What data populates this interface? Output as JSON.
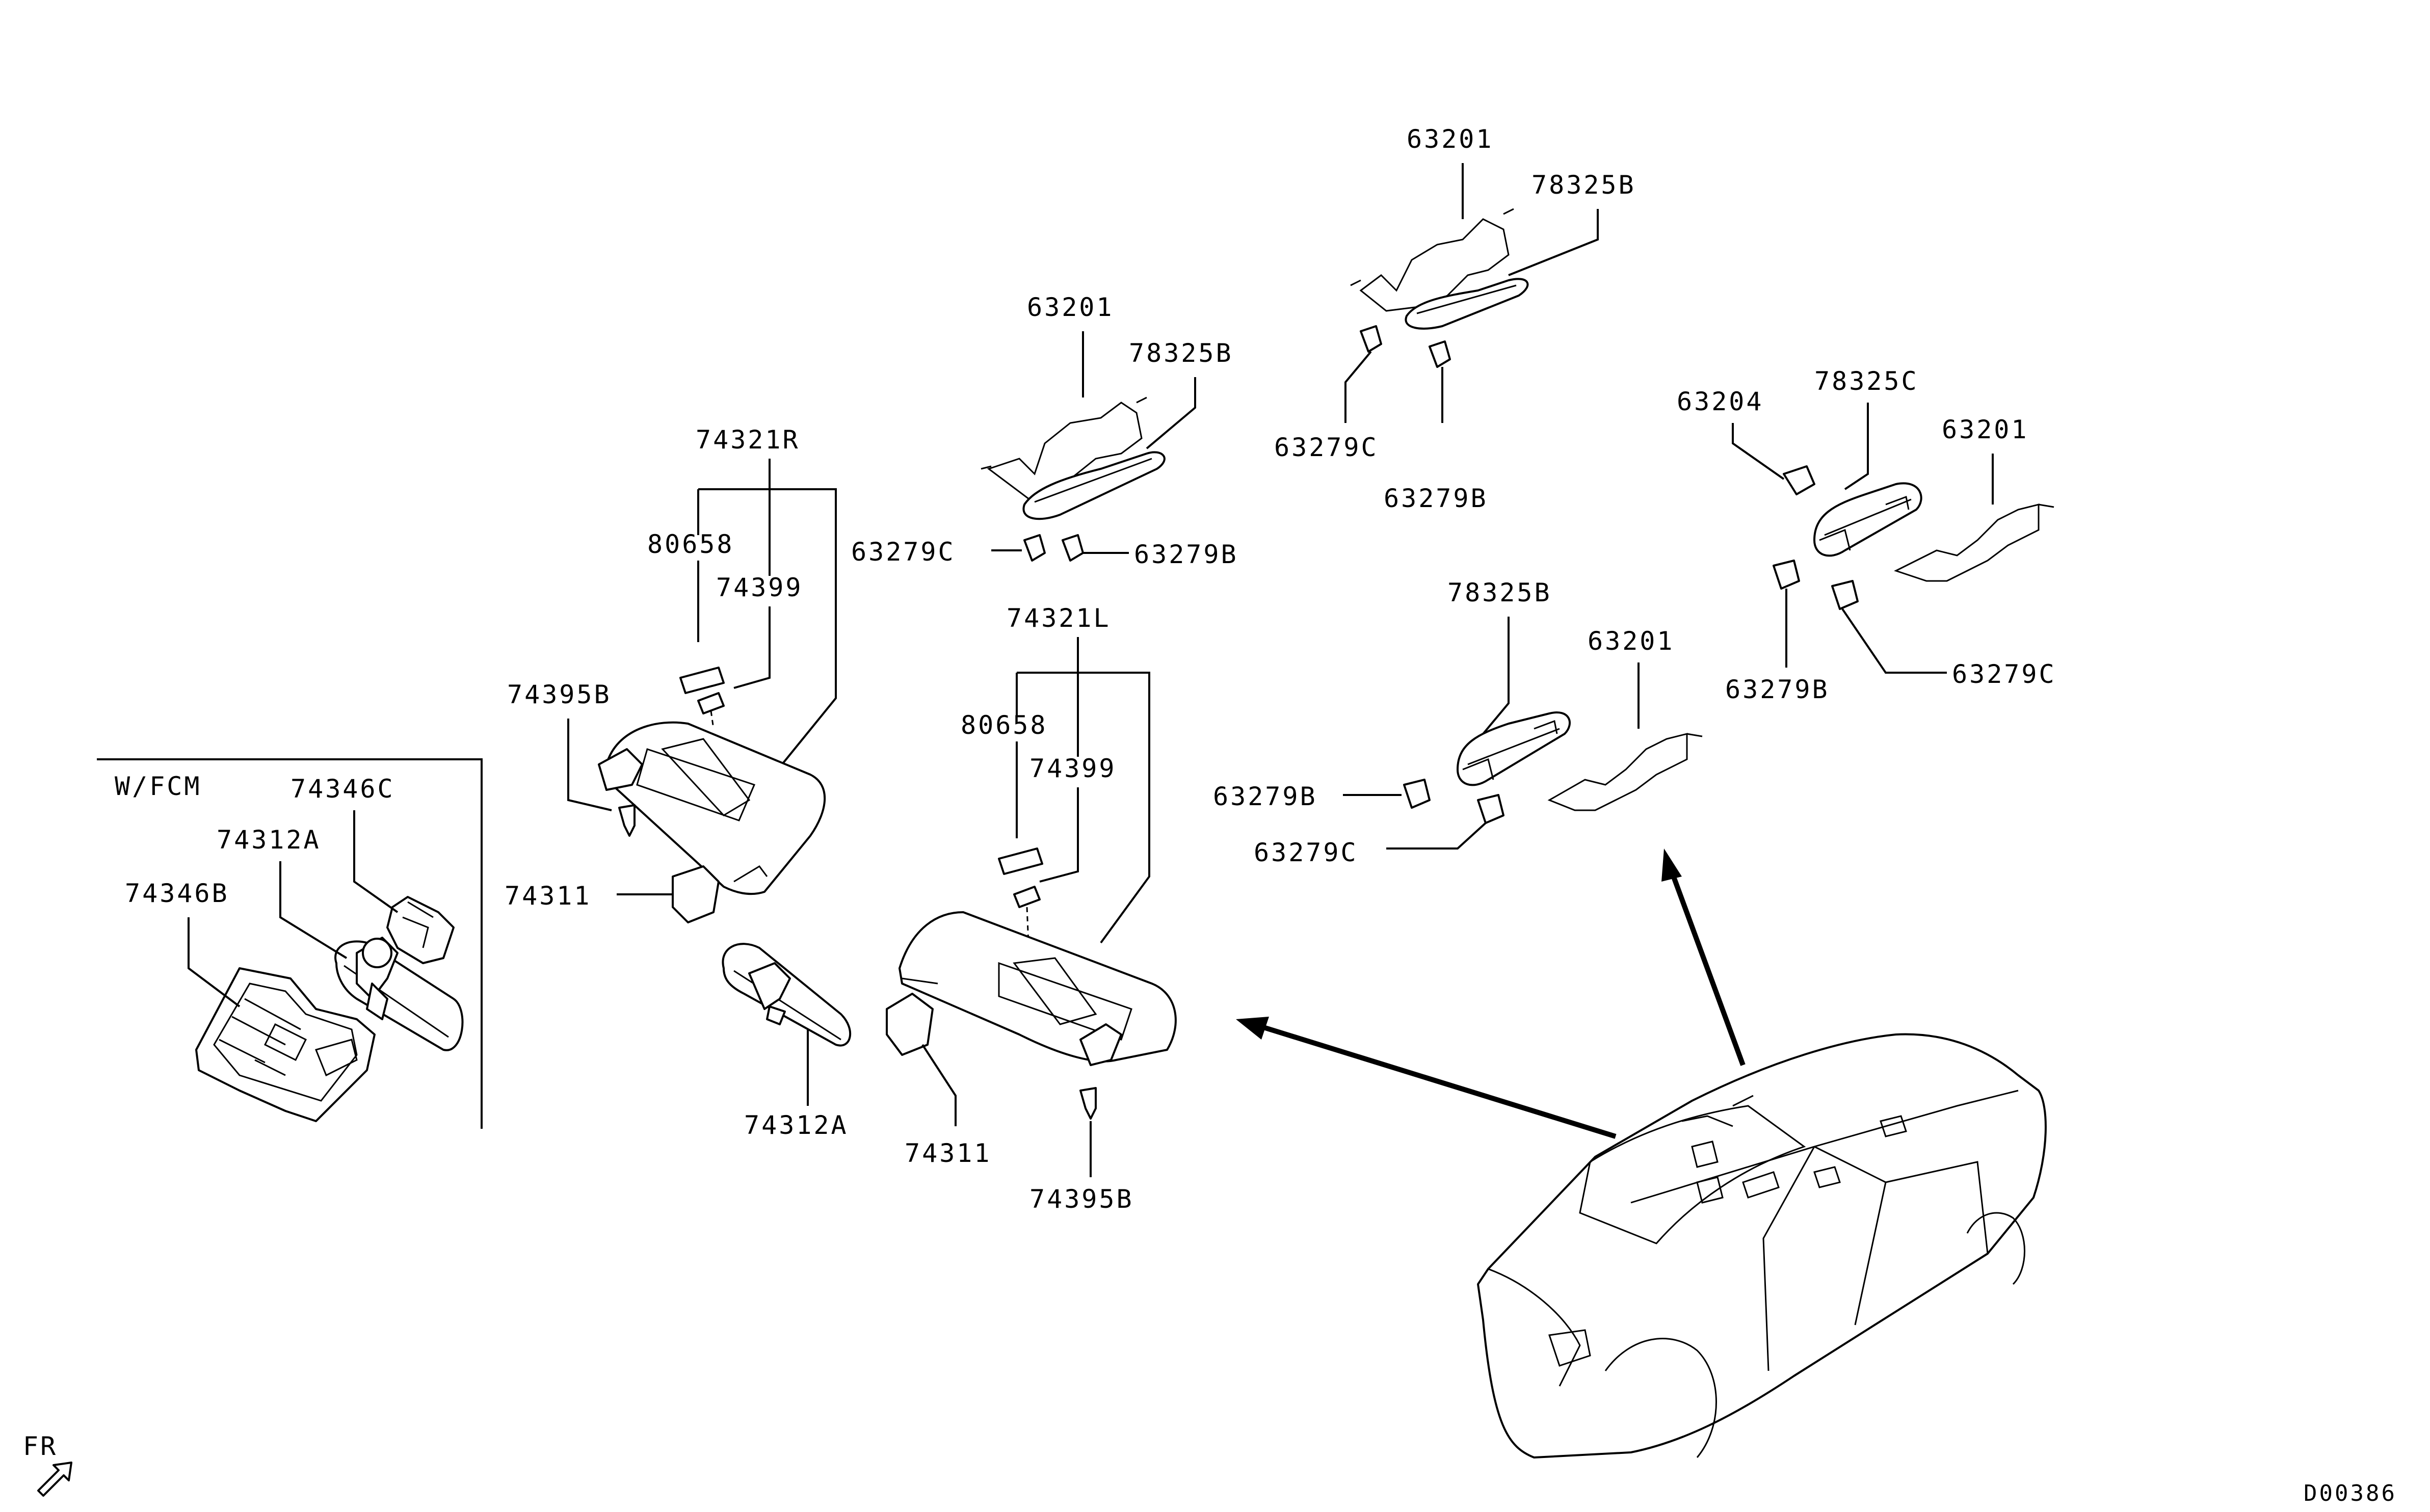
{
  "labels": {
    "wfcm": "W/FCM",
    "fr": "FR",
    "diagram_code": "D00386",
    "p74346C": "74346C",
    "p74312A_inset": "74312A",
    "p74346B": "74346B",
    "p74321R": "74321R",
    "p80658_r": "80658",
    "p74399_r": "74399",
    "p74395B_r": "74395B",
    "p74311_r": "74311",
    "p74312A": "74312A",
    "p74321L": "74321L",
    "p80658_l": "80658",
    "p74399_l": "74399",
    "p74311_l": "74311",
    "p74395B_l": "74395B",
    "p63201_mid": "63201",
    "p78325B_mid": "78325B",
    "p63279C_mid": "63279C",
    "p63279B_mid": "63279B",
    "p63201_top": "63201",
    "p78325B_top": "78325B",
    "p63279C_top": "63279C",
    "p63279B_top": "63279B",
    "p63204": "63204",
    "p78325C": "78325C",
    "p63201_right": "63201",
    "p63279B_right": "63279B",
    "p63279C_right": "63279C",
    "p78325B_low": "78325B",
    "p63201_low": "63201",
    "p63279B_low": "63279B",
    "p63279C_low": "63279C"
  }
}
